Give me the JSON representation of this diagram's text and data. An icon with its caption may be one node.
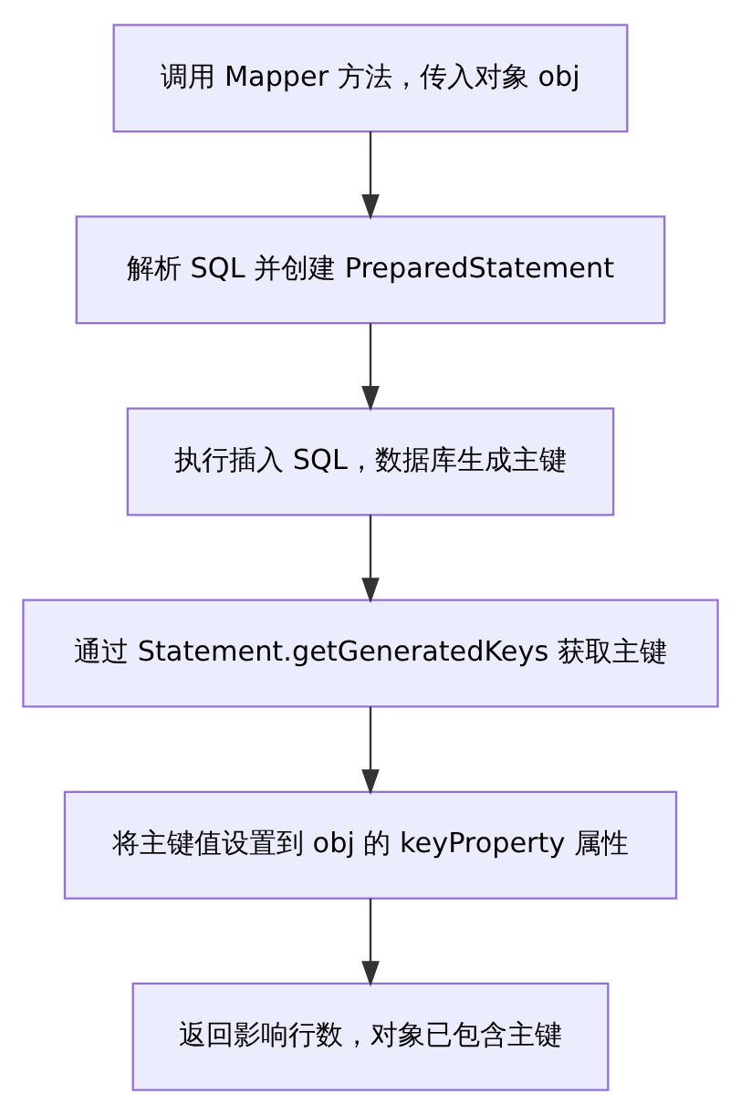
{
  "diagram": {
    "nodes": [
      {
        "text": [
          "调用 Mapper 方法，传入对象 obj"
        ]
      },
      {
        "text": [
          "解析 SQL 并创建 PreparedStatement"
        ]
      },
      {
        "text": [
          "执行插入 SQL，数据库生成主键"
        ]
      },
      {
        "text": [
          "通过 Statement.getGeneratedKeys 获取主键"
        ]
      },
      {
        "text": [
          "将主键值设置到 obj 的 keyProperty 属性"
        ]
      },
      {
        "text": [
          "返回影响行数，对象已包含主键"
        ]
      }
    ],
    "edges": [
      {
        "from": 0,
        "to": 1,
        "arrow": "to"
      },
      {
        "from": 1,
        "to": 2,
        "arrow": "to"
      },
      {
        "from": 2,
        "to": 3,
        "arrow": "to"
      },
      {
        "from": 3,
        "to": 4,
        "arrow": "to"
      },
      {
        "from": 4,
        "to": 5,
        "arrow": "to"
      }
    ]
  }
}
